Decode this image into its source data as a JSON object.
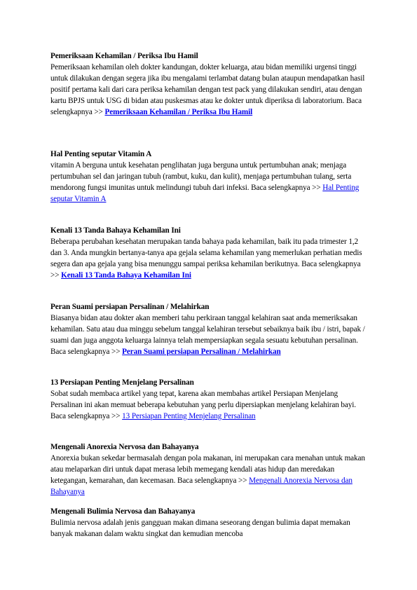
{
  "articles": [
    {
      "title": "Pemeriksaan Kehamilan / Periksa Ibu Hamil",
      "text": "Pemeriksaan kehamilan oleh dokter kandungan, dokter keluarga, atau bidan memiliki urgensi tinggi untuk dilakukan dengan segera jika ibu mengalami terlambat datang bulan ataupun mendapatkan hasil positif pertama kali dari cara periksa kehamilan dengan test pack yang dilakukan sendiri, atau dengan kartu BPJS untuk USG di bidan atau puskesmas atau ke dokter untuk diperiksa di laboratorium. Baca selengkapnya >> ",
      "link": "Pemeriksaan Kehamilan / Periksa Ibu Hamil"
    },
    {
      "title": "Hal Penting seputar Vitamin A",
      "text": "vitamin A berguna untuk kesehatan penglihatan juga berguna untuk pertumbuhan anak; menjaga pertumbuhan sel dan jaringan tubuh (rambut, kuku, dan kulit), menjaga pertumbuhan tulang, serta mendorong fungsi imunitas untuk melindungi tubuh dari infeksi. Baca selengkapnya >> ",
      "link": "Hal Penting seputar Vitamin A"
    },
    {
      "title": "Kenali 13 Tanda Bahaya Kehamilan Ini",
      "text": "Beberapa perubahan kesehatan merupakan tanda bahaya pada kehamilan, baik itu pada trimester 1,2 dan 3. Anda mungkin bertanya-tanya apa gejala selama kehamilan yang memerlukan perhatian medis segera dan apa gejala yang bisa menunggu sampai periksa kehamilan berikutnya. Baca selengkapnya >> ",
      "link": "Kenali 13 Tanda Bahaya Kehamilan Ini"
    },
    {
      "title": "Peran Suami persiapan Persalinan / Melahirkan",
      "text": "Biasanya bidan atau dokter akan memberi tahu perkiraan tanggal kelahiran saat anda memeriksakan kehamilan. Satu atau dua minggu sebelum tanggal kelahiran tersebut sebaiknya baik ibu / istri, bapak / suami dan juga anggota keluarga lainnya telah mempersiapkan segala sesuatu kebutuhan persalinan. Baca selengkapnya >> ",
      "link": "Peran Suami persiapan Persalinan / Melahirkan"
    },
    {
      "title": "13 Persiapan Penting Menjelang Persalinan",
      "text": "Sobat sudah membaca artikel yang tepat, karena akan membahas artikel Persiapan Menjelang Persalinan ini akan memuat beberapa kebutuhan yang perlu dipersiapkan menjelang kelahiran bayi. Baca selengkapnya >> ",
      "link": "13 Persiapan Penting Menjelang Persalinan"
    },
    {
      "title": "Mengenali Anorexia Nervosa dan Bahayanya",
      "text": "Anorexia bukan sekedar bermasalah dengan pola makanan, ini merupakan cara menahan untuk makan atau melaparkan diri untuk dapat merasa lebih memegang kendali atas hidup dan meredakan ketegangan, kemarahan, dan kecemasan. Baca selengkapnya >> ",
      "link": "Mengenali Anorexia Nervosa dan Bahayanya"
    },
    {
      "title": "Mengenali Bulimia Nervosa dan Bahayanya",
      "text": "Bulimia nervosa adalah jenis gangguan makan dimana seseorang dengan bulimia dapat memakan banyak makanan dalam waktu singkat dan kemudian mencoba",
      "link": ""
    }
  ]
}
